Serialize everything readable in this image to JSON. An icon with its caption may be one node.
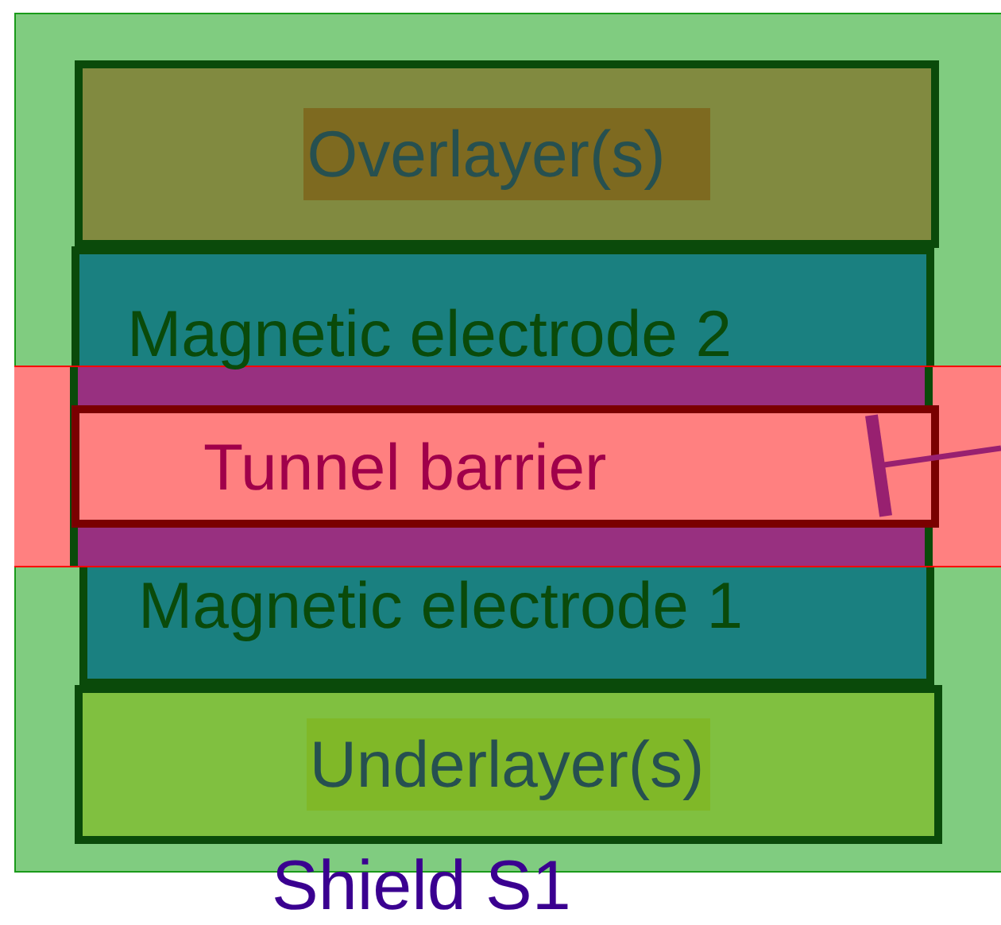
{
  "diagram": {
    "nodes": [
      {
        "text": [
          "Shield S1"
        ]
      },
      {
        "text": [
          "Overlayer(s)"
        ],
        "in": 0
      },
      {
        "text": [
          "Magnetic electrode 2"
        ],
        "in": 0
      },
      {
        "text": [],
        "shape": "band",
        "in": 0
      },
      {
        "text": [
          "Tunnel barrier"
        ],
        "in": 3
      },
      {
        "text": [
          "Magnetic electrode 1"
        ],
        "in": 0
      },
      {
        "text": [
          "Underlayer(s)"
        ],
        "in": 0
      }
    ],
    "edges": [
      {
        "from": 3,
        "to": 4,
        "arrow": "other"
      }
    ]
  }
}
